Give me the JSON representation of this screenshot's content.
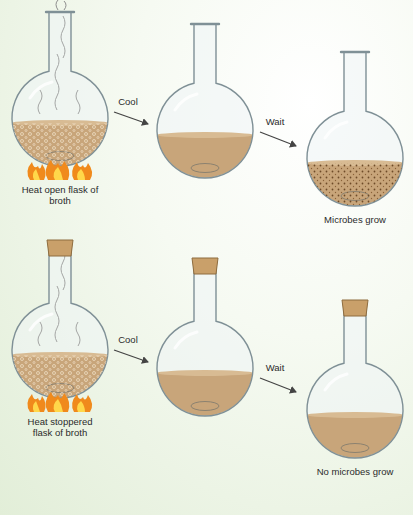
{
  "diagram": {
    "labels": [
      "Heat open flask of broth",
      "Cool",
      "Wait",
      "Microbes grow",
      "Heat stoppered flask of broth",
      "Cool",
      "Wait",
      "No microbes grow"
    ]
  }
}
